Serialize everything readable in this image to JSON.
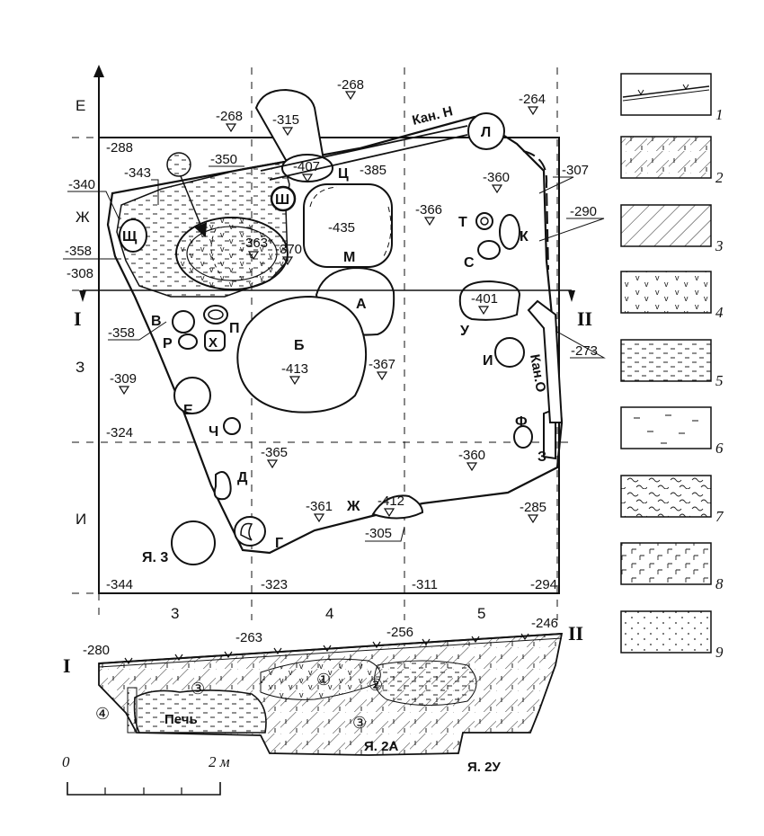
{
  "plan": {
    "north_row_labels": [
      "Е",
      "Ж",
      "З",
      "И"
    ],
    "column_labels": [
      "3",
      "4",
      "5"
    ],
    "section_line_labels": [
      "I",
      "II"
    ],
    "channel_labels": [
      "Кан. Н",
      "Кан.О"
    ],
    "feature_labels": [
      "Л",
      "Ц",
      "Ш",
      "Щ",
      "М",
      "Т",
      "К",
      "С",
      "А",
      "Б",
      "В",
      "П",
      "Р",
      "Х",
      "У",
      "И",
      "Е",
      "Ч",
      "Ф",
      "З",
      "Д",
      "Г",
      "Ж",
      "Я. 3"
    ],
    "elevations": [
      "-268",
      "-264",
      "-268",
      "-315",
      "-288",
      "-407",
      "-385",
      "-350",
      "-343",
      "-360",
      "-307",
      "-340",
      "-366",
      "-435",
      "-290",
      "-363",
      "-370",
      "-358",
      "-308",
      "-401",
      "-358",
      "-273",
      "-413",
      "-367",
      "-309",
      "-324",
      "-365",
      "-360",
      "-361",
      "-412",
      "-285",
      "-305",
      "-344",
      "-323",
      "-311",
      "-294"
    ]
  },
  "section": {
    "labels": [
      "I",
      "II"
    ],
    "elevations": [
      "-280",
      "-263",
      "-256",
      "-246"
    ],
    "layer_numbers": [
      "①",
      "②",
      "③",
      "③",
      "④"
    ],
    "captions": [
      "Печь",
      "Я. 2А",
      "Я. 2У"
    ]
  },
  "scale": {
    "start": "0",
    "end": "2 м"
  },
  "legend": {
    "items": [
      {
        "number": "1"
      },
      {
        "number": "2"
      },
      {
        "number": "3"
      },
      {
        "number": "4"
      },
      {
        "number": "5"
      },
      {
        "number": "6"
      },
      {
        "number": "7"
      },
      {
        "number": "8"
      },
      {
        "number": "9"
      }
    ]
  }
}
